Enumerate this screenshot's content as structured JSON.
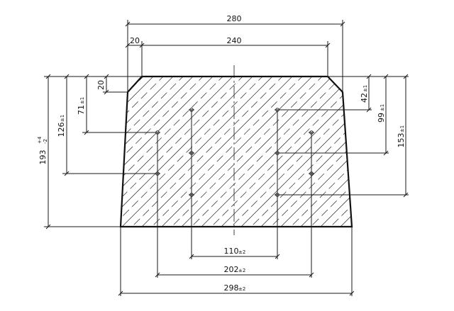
{
  "dimensions": {
    "top_width": "280",
    "top_inner": "240",
    "chamfer_h": "20",
    "chamfer_v": "20",
    "bottom_inner": {
      "main": "110",
      "tol": "±2"
    },
    "bottom_mid": {
      "main": "202",
      "tol": "±2"
    },
    "bottom_width": {
      "main": "298",
      "tol": "±2"
    },
    "height": {
      "main": "193",
      "tol_upper": "+4",
      "tol_lower": "-2"
    },
    "left_126": {
      "main": "126",
      "tol": "±1"
    },
    "left_71": {
      "main": "71",
      "tol": "±1"
    },
    "right_42": {
      "main": "42",
      "tol": "±1"
    },
    "right_99": {
      "main": "99",
      "tol": "±1"
    },
    "right_153": {
      "main": "153",
      "tol": "±1"
    }
  }
}
